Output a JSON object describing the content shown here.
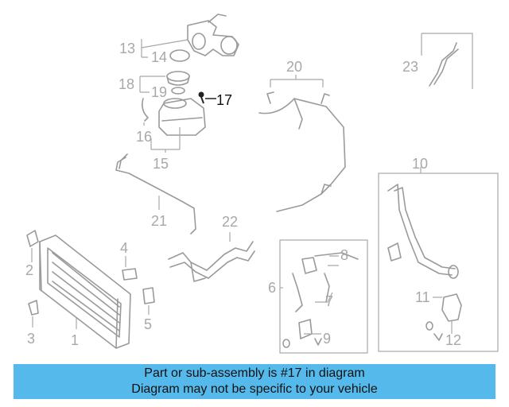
{
  "callouts": {
    "c1": "1",
    "c2": "2",
    "c3": "3",
    "c4": "4",
    "c5": "5",
    "c6": "6",
    "c7": "7",
    "c8": "8",
    "c9": "9",
    "c10": "10",
    "c11": "11",
    "c12": "12",
    "c13": "13",
    "c14": "14",
    "c15": "15",
    "c16": "16",
    "c17": "17",
    "c18": "18",
    "c19": "19",
    "c20": "20",
    "c21": "21",
    "c22": "22",
    "c23": "23"
  },
  "highlight_part": "17",
  "colors": {
    "banner": "#55b9ec",
    "part_stroke": "#9a9a9a",
    "callout": "#a8a8a8",
    "highlight": "#111111"
  },
  "banner": {
    "line1": "Part or sub-assembly is #17 in diagram",
    "line2": "Diagram may not be specific to your vehicle"
  }
}
